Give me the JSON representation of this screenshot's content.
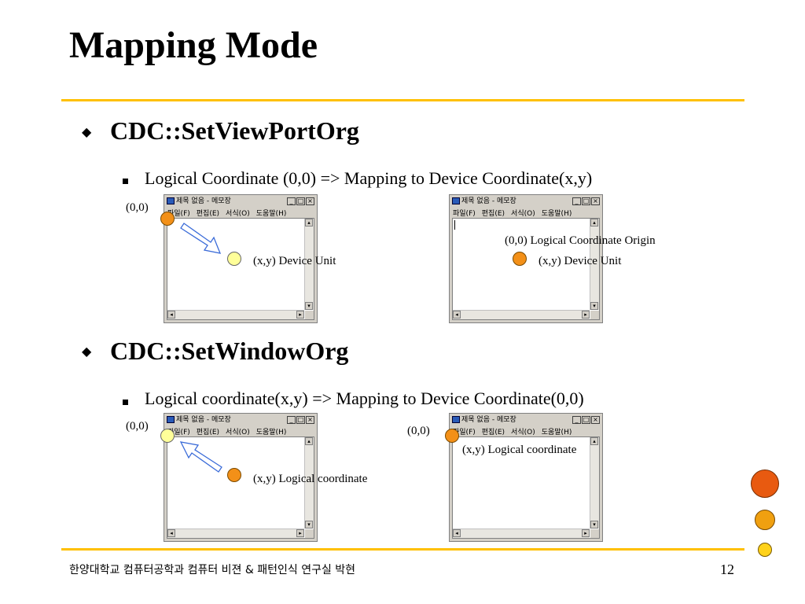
{
  "slide": {
    "title": "Mapping Mode",
    "page_number": "12",
    "footer": "한양대학교 컴퓨터공학과   컴퓨터 비젼 & 패턴인식 연구실     박현"
  },
  "section1": {
    "heading": "CDC::SetViewPortOrg",
    "sub": "Logical Coordinate (0,0) => Mapping to Device Coordinate(x,y)",
    "left_origin_label": "(0,0)",
    "left_point_label": "(x,y)  Device Unit",
    "right_origin_label": "(0,0)   Logical Coordinate Origin",
    "right_point_label": "(x,y)  Device Unit"
  },
  "section2": {
    "heading": "CDC::SetWindowOrg",
    "sub": "Logical coordinate(x,y)  =>  Mapping to Device Coordinate(0,0)",
    "left_origin_label": "(0,0)",
    "left_point_label": "(x,y)  Logical coordinate",
    "right_origin_label": "(0,0)",
    "right_point_label": "(x,y)  Logical coordinate"
  },
  "notepad": {
    "title": "제목 없음 - 메모장",
    "menu": [
      "파일(F)",
      "편집(E)",
      "서식(O)",
      "도움말(H)"
    ],
    "min": "_",
    "max": "□",
    "close": "×"
  },
  "colors": {
    "accent_rule": "#ffc000",
    "orange": "#f39018",
    "yellow": "#ffff99"
  }
}
